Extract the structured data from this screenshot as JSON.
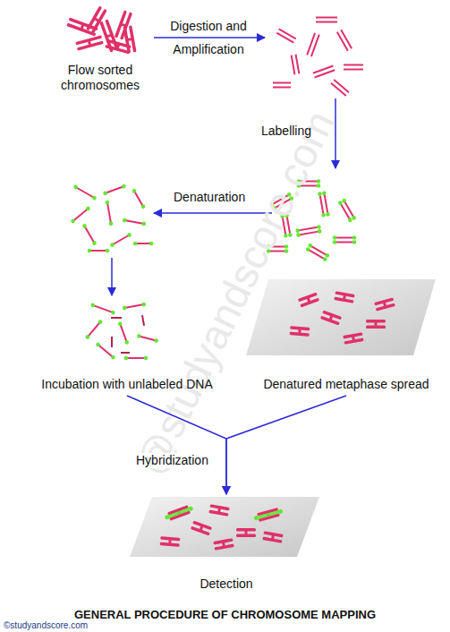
{
  "diagram": {
    "title": "GENERAL PROCEDURE OF CHROMOSOME MAPPING",
    "nodes": [
      {
        "text": [
          "Flow sorted chromosomes"
        ]
      },
      {
        "text": [
          "Incubation with unlabeled DNA"
        ]
      },
      {
        "text": [
          "Denatured metaphase spread"
        ]
      },
      {
        "text": [
          "Detection"
        ]
      }
    ],
    "edges": [
      {
        "from": 1,
        "to": 3,
        "arrow": "to"
      },
      {
        "from": 2,
        "to": 3,
        "arrow": "to"
      }
    ],
    "labels": [
      "Digestion and Amplification",
      "Labelling",
      "Denaturation",
      "Hybridization",
      "@studyandscore.com",
      "©studyandscore.com"
    ]
  }
}
